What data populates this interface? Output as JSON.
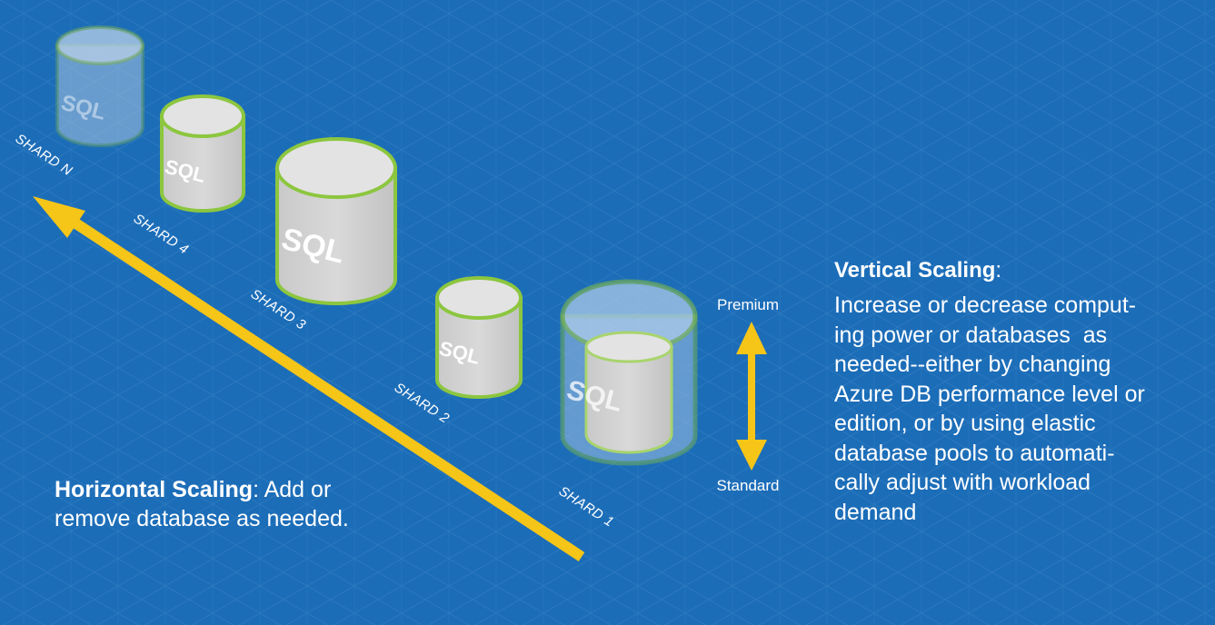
{
  "shards": [
    {
      "label": "SHARD N",
      "sql": "SQL"
    },
    {
      "label": "SHARD 4",
      "sql": "SQL"
    },
    {
      "label": "SHARD 3",
      "sql": "SQL"
    },
    {
      "label": "SHARD 2",
      "sql": "SQL"
    },
    {
      "label": "SHARD 1",
      "sql": "SQL"
    }
  ],
  "vertical_arrow": {
    "top_label": "Premium",
    "bottom_label": "Standard"
  },
  "horizontal_scaling": {
    "title": "Horizontal Scaling",
    "text": ": Add or remove database as needed."
  },
  "vertical_scaling": {
    "title": "Vertical Scaling",
    "colon": ":",
    "description_lines": [
      "Increase or decrease comput-",
      "ing power or databases  as",
      "needed--either by changing",
      "Azure DB performance level or",
      "edition, or by using elastic",
      "database pools to automati-",
      "cally adjust with workload",
      "demand"
    ]
  },
  "colors": {
    "background": "#1c6db8",
    "grid": "#3b82c4",
    "arrow": "#f5c518",
    "cylinder_border": "#8cc63f",
    "cylinder_fill": "#d6d6d6"
  }
}
